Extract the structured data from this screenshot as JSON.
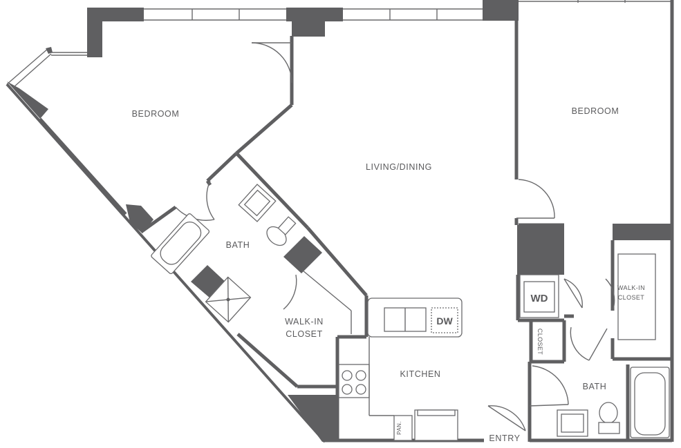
{
  "rooms": {
    "bedroom_left": "BEDROOM",
    "bedroom_right": "BEDROOM",
    "living_dining": "LIVING/DINING",
    "bath_left": "BATH",
    "bath_right": "BATH",
    "walk_in_closet_left_line1": "WALK-IN",
    "walk_in_closet_left_line2": "CLOSET",
    "walk_in_closet_right_line1": "WALK-IN",
    "walk_in_closet_right_line2": "CLOSET",
    "kitchen": "KITCHEN",
    "closet": "CLOSET",
    "pantry": "PAN.",
    "entry": "ENTRY"
  },
  "appliances": {
    "washer_dryer": "WD",
    "dishwasher": "DW"
  }
}
